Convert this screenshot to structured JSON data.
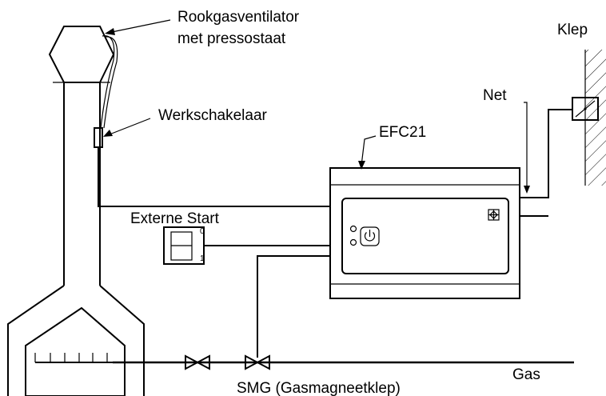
{
  "labels": {
    "fan": [
      "Rookgasventilator",
      "met pressostaat"
    ],
    "switch": "Werkschakelaar",
    "controller": "EFC21",
    "mains": "Net",
    "damper": "Klep",
    "external_start": "Externe Start",
    "ext_switch_on": "0",
    "ext_switch_off": "1",
    "gas_valve": "SMG (Gasmagneetklep)",
    "gas": "Gas"
  },
  "icons": {
    "power": "power-icon",
    "damper_indicator": "damper-indicator-icon"
  }
}
